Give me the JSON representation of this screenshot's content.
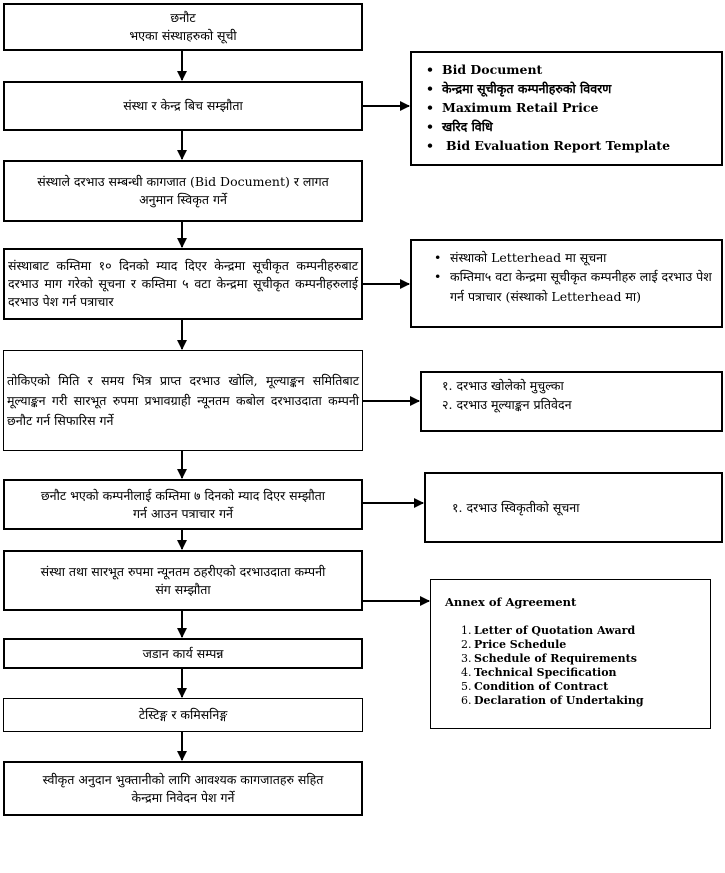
{
  "main_steps": [
    {
      "line1": "छनौट",
      "line2": "भएका संस्थाहरुको सूची"
    },
    {
      "text": "संस्था र केन्द्र बिच सम्झौता"
    },
    {
      "line1": "संस्थाले दरभाउ सम्बन्धी  कागजात (Bid Document) र लागत",
      "line2": "अनुमान स्विकृत गर्ने"
    },
    {
      "text": "संस्थाबाट कम्तिमा १० दिनको म्याद दिएर केन्द्रमा सूचीकृत कम्पनीहरुबाट दरभाउ माग गरेको सूचना र कम्तिमा ५ वटा केन्द्रमा सूचीकृत कम्पनीहरुलाई दरभाउ पेश गर्न पत्राचार"
    },
    {
      "text": "तोकिएको मिति र समय भित्र प्राप्त दरभाउ खोलि, मूल्याङ्कन समितिबाट मूल्याङ्कन गरी सारभूत रुपमा प्रभावग्राही न्यूनतम कबोल दरभाउदाता कम्पनी छनौट गर्न सिफारिस गर्ने"
    },
    {
      "line1": "छनौट भएको कम्पनीलाई कम्तिमा ७ दिनको म्याद दिएर सम्झौता",
      "line2": "गर्न आउन पत्राचार गर्ने"
    },
    {
      "line1": "संस्था तथा सारभूत रुपमा न्यूनतम ठहरीएको दरभाउदाता कम्पनी",
      "line2": "संग सम्झौता"
    },
    {
      "text": "जडान कार्य सम्पन्न"
    },
    {
      "text": "टेस्टिङ्ग र कमिसनिङ्ग"
    },
    {
      "line1": "स्वीकृत अनुदान भुक्तानीको लागि आवश्यक कागजातहरु सहित",
      "line2": "केन्द्रमा निवेदन पेश गर्ने"
    }
  ],
  "side_boxes": {
    "documents": [
      "Bid Document",
      "केन्द्रमा सूचीकृत कम्पनीहरुको विवरण",
      "Maximum Retail Price",
      "खरिद विधि",
      "Bid Evaluation Report Template"
    ],
    "notices": [
      "संस्थाको Letterhead मा सूचना",
      "कम्तिमा५ वटा केन्द्रमा सूचीकृत कम्पनीहरु लाई दरभाउ पेश गर्न पत्राचार (संस्थाको Letterhead मा)"
    ],
    "evaluation": [
      "१. दरभाउ खोलेको मुचुल्का",
      "२. दरभाउ मूल्याङ्कन प्रतिवेदन"
    ],
    "acceptance": [
      "१. दरभाउ स्विकृतीको सूचना"
    ],
    "annex": {
      "title": "Annex of Agreement",
      "items": [
        {
          "num": "1.",
          "text": "Letter of Quotation Award"
        },
        {
          "num": "2.",
          "text": "Price Schedule"
        },
        {
          "num": "3.",
          "text": "Schedule of Requirements"
        },
        {
          "num": "4.",
          "text": "Technical Specification"
        },
        {
          "num": "5.",
          "text": "Condition of Contract"
        },
        {
          "num": "6.",
          "text": "Declaration of Undertaking"
        }
      ]
    }
  }
}
